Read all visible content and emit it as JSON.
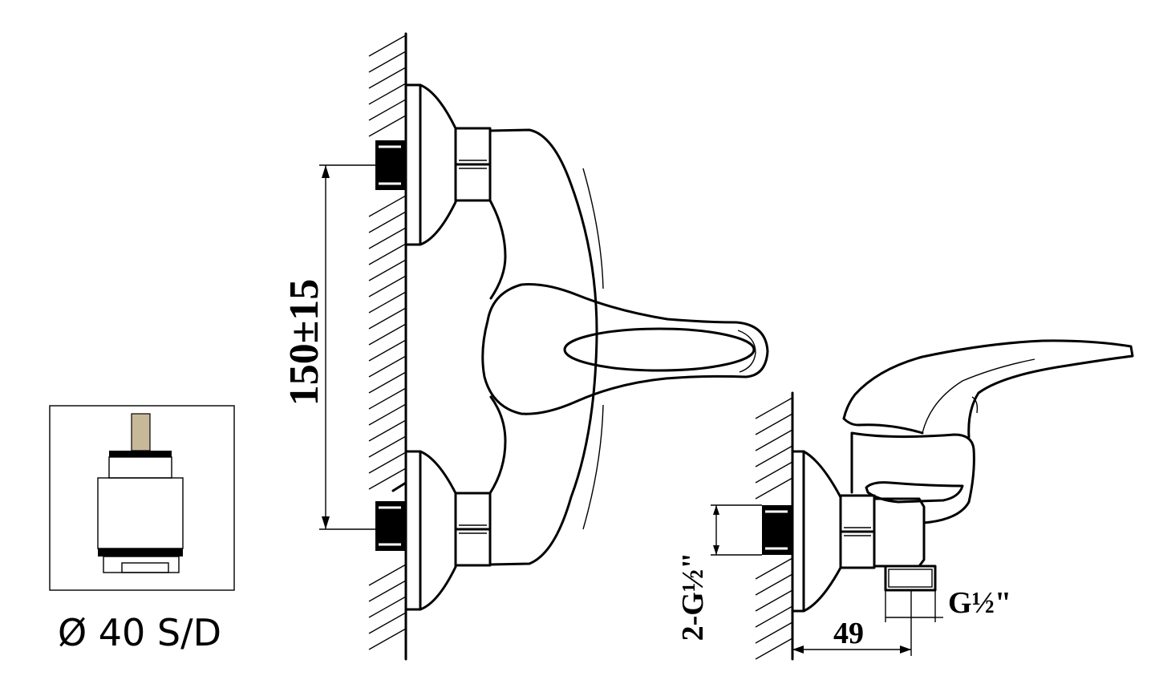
{
  "cartridge": {
    "caption": "Ø 40 S/D",
    "stem_color": "#c8b89a"
  },
  "dimensions": {
    "center_distance": "150±15",
    "depth": "49",
    "inlet_thread": "2-G½\"",
    "outlet_thread": "G½\""
  }
}
